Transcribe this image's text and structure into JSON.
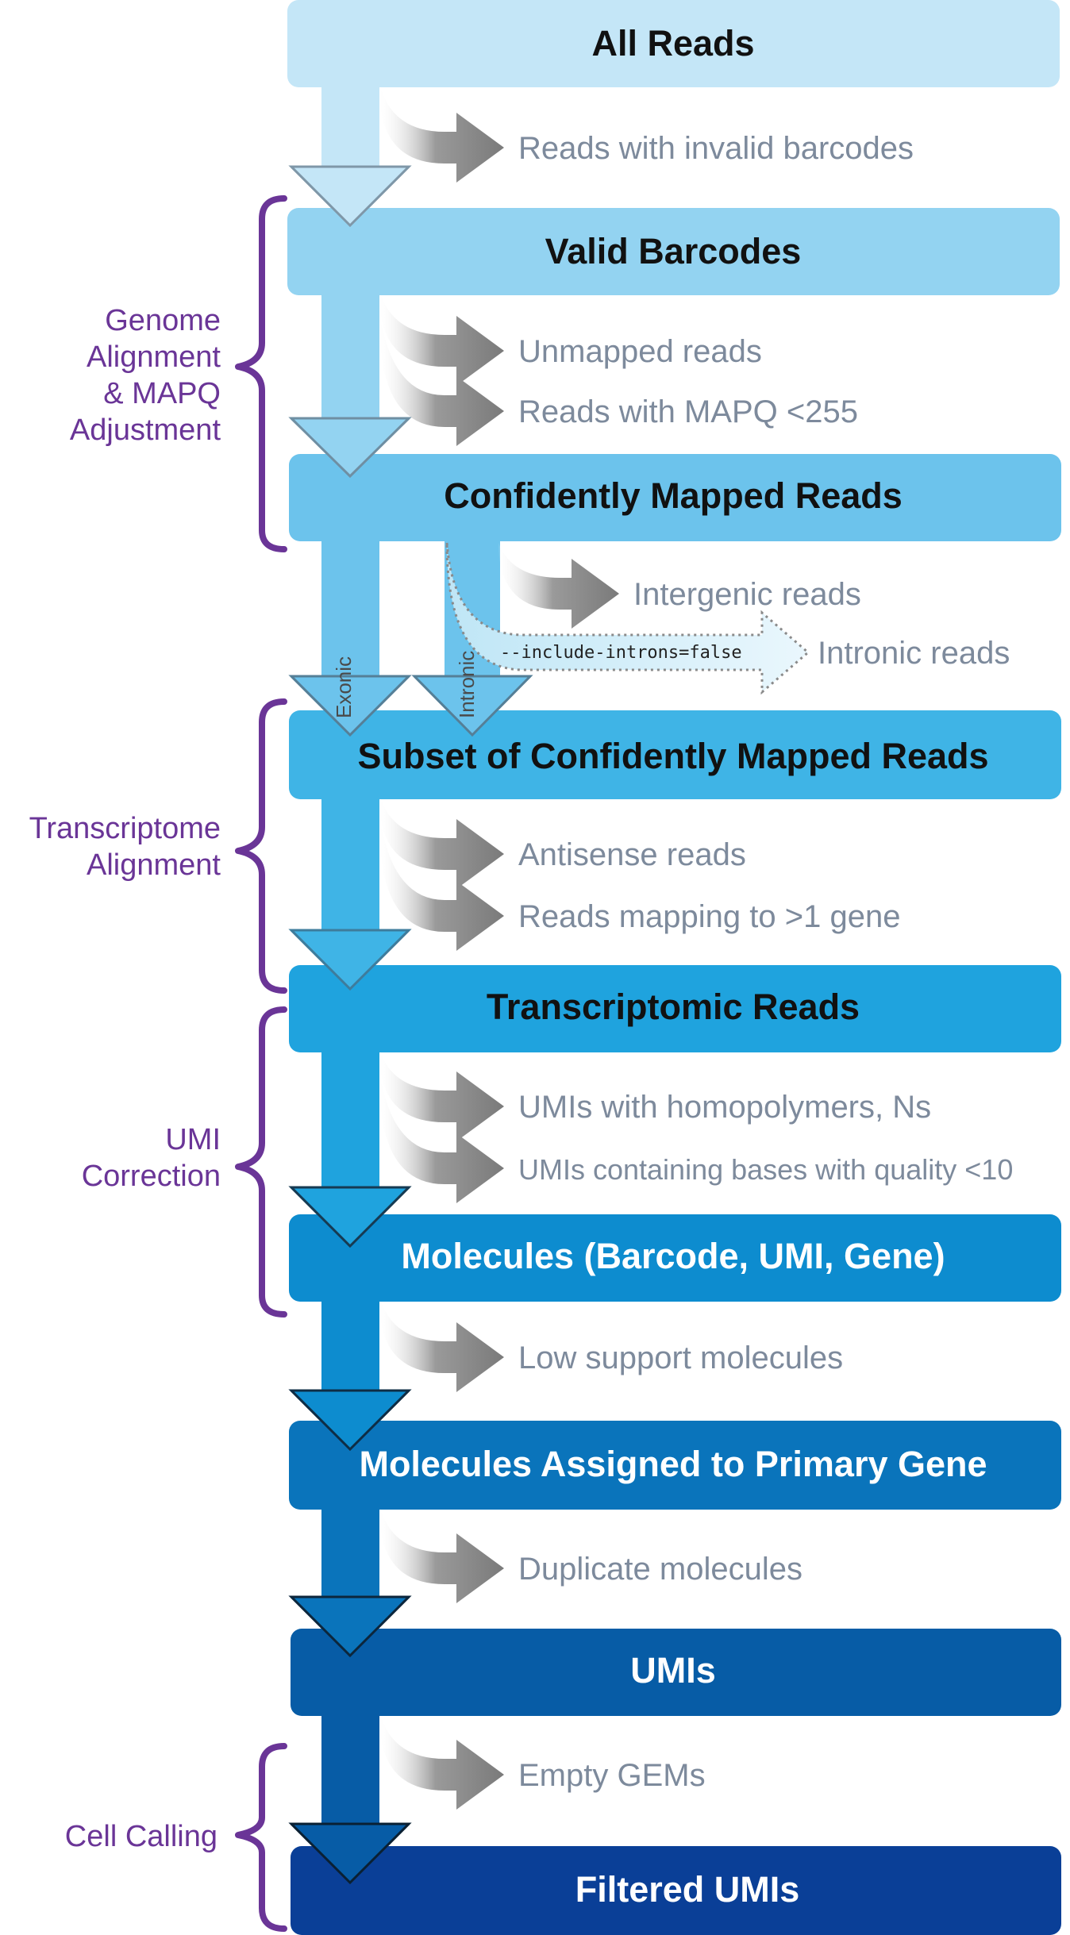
{
  "stages": [
    {
      "label": "All Reads",
      "color": "#c4e6f7",
      "text_color": "#111111"
    },
    {
      "label": "Valid Barcodes",
      "color": "#93d3f1",
      "text_color": "#111111"
    },
    {
      "label": "Confidently Mapped Reads",
      "color": "#6cc3ec",
      "text_color": "#111111"
    },
    {
      "label": "Subset of Confidently Mapped Reads",
      "color": "#3fb4e6",
      "text_color": "#111111"
    },
    {
      "label": "Transcriptomic Reads",
      "color": "#1fa3de",
      "text_color": "#111111"
    },
    {
      "label": "Molecules (Barcode, UMI, Gene)",
      "color": "#0d8ccf",
      "text_color": "#ffffff"
    },
    {
      "label": "Molecules Assigned to Primary Gene",
      "color": "#0a74bb",
      "text_color": "#ffffff"
    },
    {
      "label": "UMIs",
      "color": "#075ca6",
      "text_color": "#ffffff"
    },
    {
      "label": "Filtered UMIs",
      "color": "#0a3f97",
      "text_color": "#ffffff"
    }
  ],
  "rejects": [
    "Reads with invalid barcodes",
    "Unmapped reads",
    "Reads with MAPQ <255",
    "Intergenic reads",
    "Intronic reads",
    "Antisense reads",
    "Reads mapping to >1 gene",
    "UMIs with homopolymers, Ns",
    "UMIs containing bases with quality <10",
    "Low support molecules",
    "Duplicate molecules",
    "Empty GEMs"
  ],
  "groups": [
    {
      "lines": [
        "Genome",
        "Alignment",
        "& MAPQ",
        "Adjustment"
      ]
    },
    {
      "lines": [
        "Transcriptome",
        "Alignment"
      ]
    },
    {
      "lines": [
        "UMI",
        "Correction"
      ]
    },
    {
      "lines": [
        "Cell Calling"
      ]
    }
  ],
  "branch_labels": {
    "exonic": "Exonic",
    "intronic": "Intronic",
    "intron_flag": "--include-introns=false"
  },
  "colors": {
    "bracket": "#6a3597",
    "reject_arrow": "#808080",
    "reject_text": "#7d8a9c"
  }
}
